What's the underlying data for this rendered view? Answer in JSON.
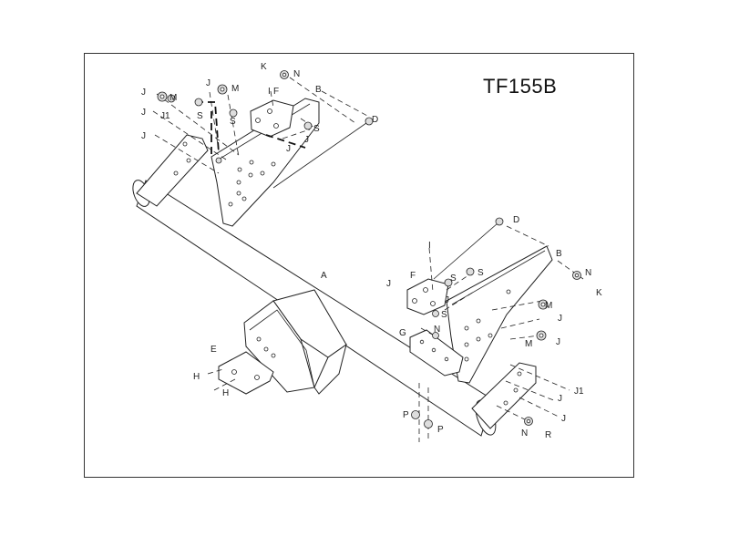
{
  "diagram": {
    "model_code": "TF155B",
    "labels": {
      "A": "A",
      "B": "B",
      "D": "D",
      "E": "E",
      "F": "F",
      "G": "G",
      "H": "H",
      "I": "I",
      "J": "J",
      "J1": "J1",
      "K": "K",
      "M": "M",
      "N": "N",
      "P": "P",
      "R": "R",
      "S": "S"
    }
  }
}
